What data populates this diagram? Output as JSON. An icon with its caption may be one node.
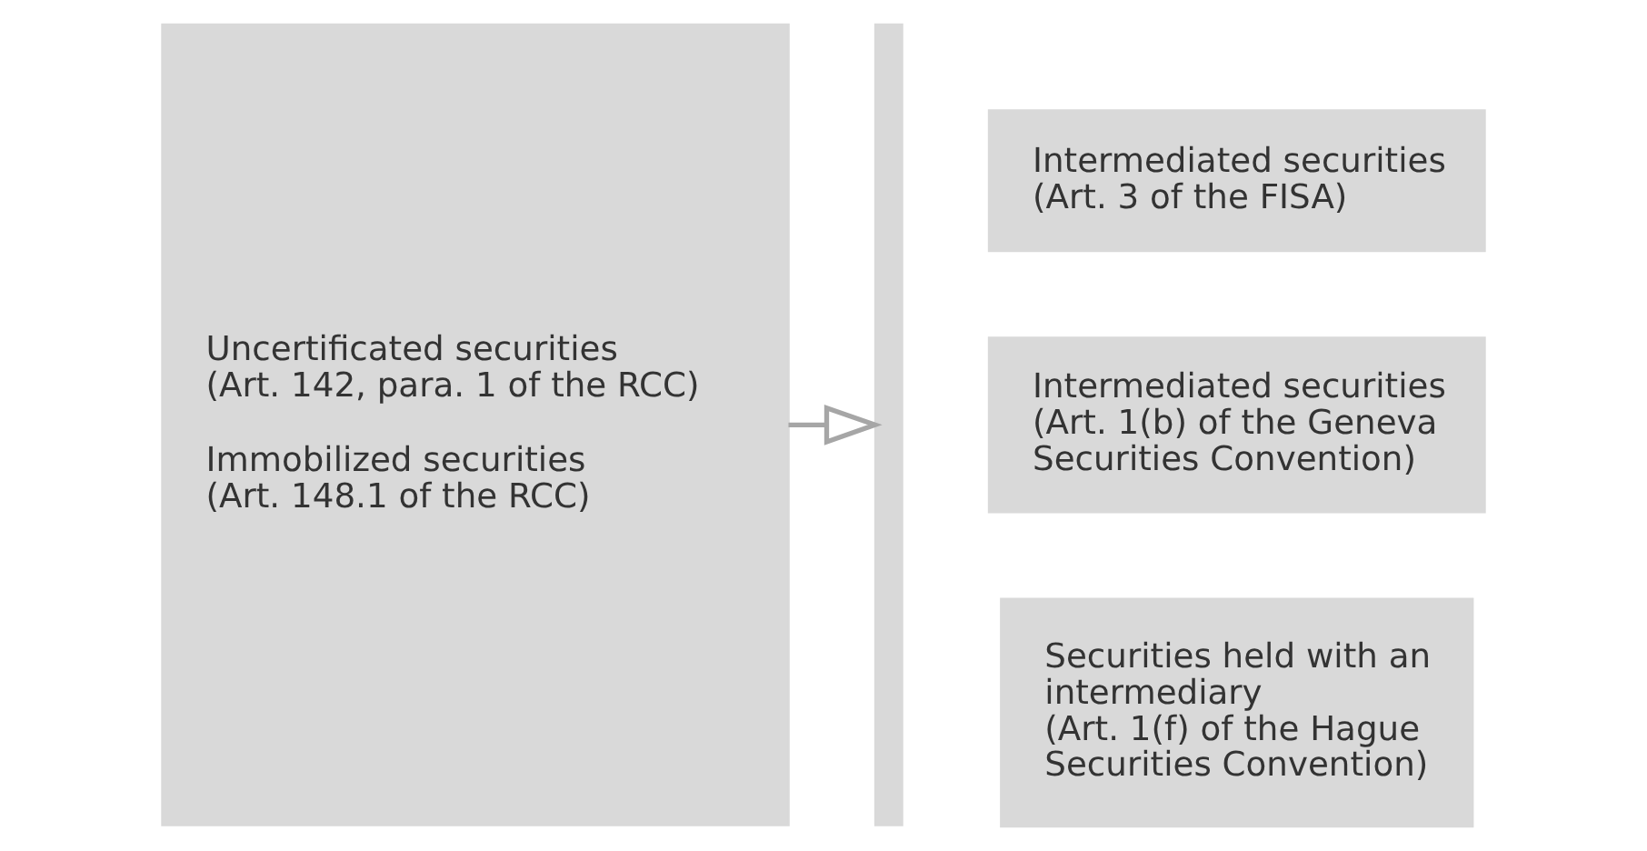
{
  "diagram": {
    "nodes": [
      {
        "text": [
          "Uncertificated securities (Art. 142, para. 1 of the RCC)",
          "Immobilized securities (Art. 148.1 of the RCC)"
        ]
      },
      {
        "text": [],
        "shape": "bar"
      },
      {
        "text": [
          "Intermediated securities (Art. 3 of the FISA)"
        ]
      },
      {
        "text": [
          "Intermediated securities (Art. 1(b) of the Geneva Securities Convention)"
        ]
      },
      {
        "text": [
          "Securities held with an intermediary (Art. 1(f) of the Hague Securities Convention)"
        ]
      }
    ],
    "edges": [
      {
        "from": 0,
        "to": 1,
        "arrow": "to"
      }
    ]
  }
}
